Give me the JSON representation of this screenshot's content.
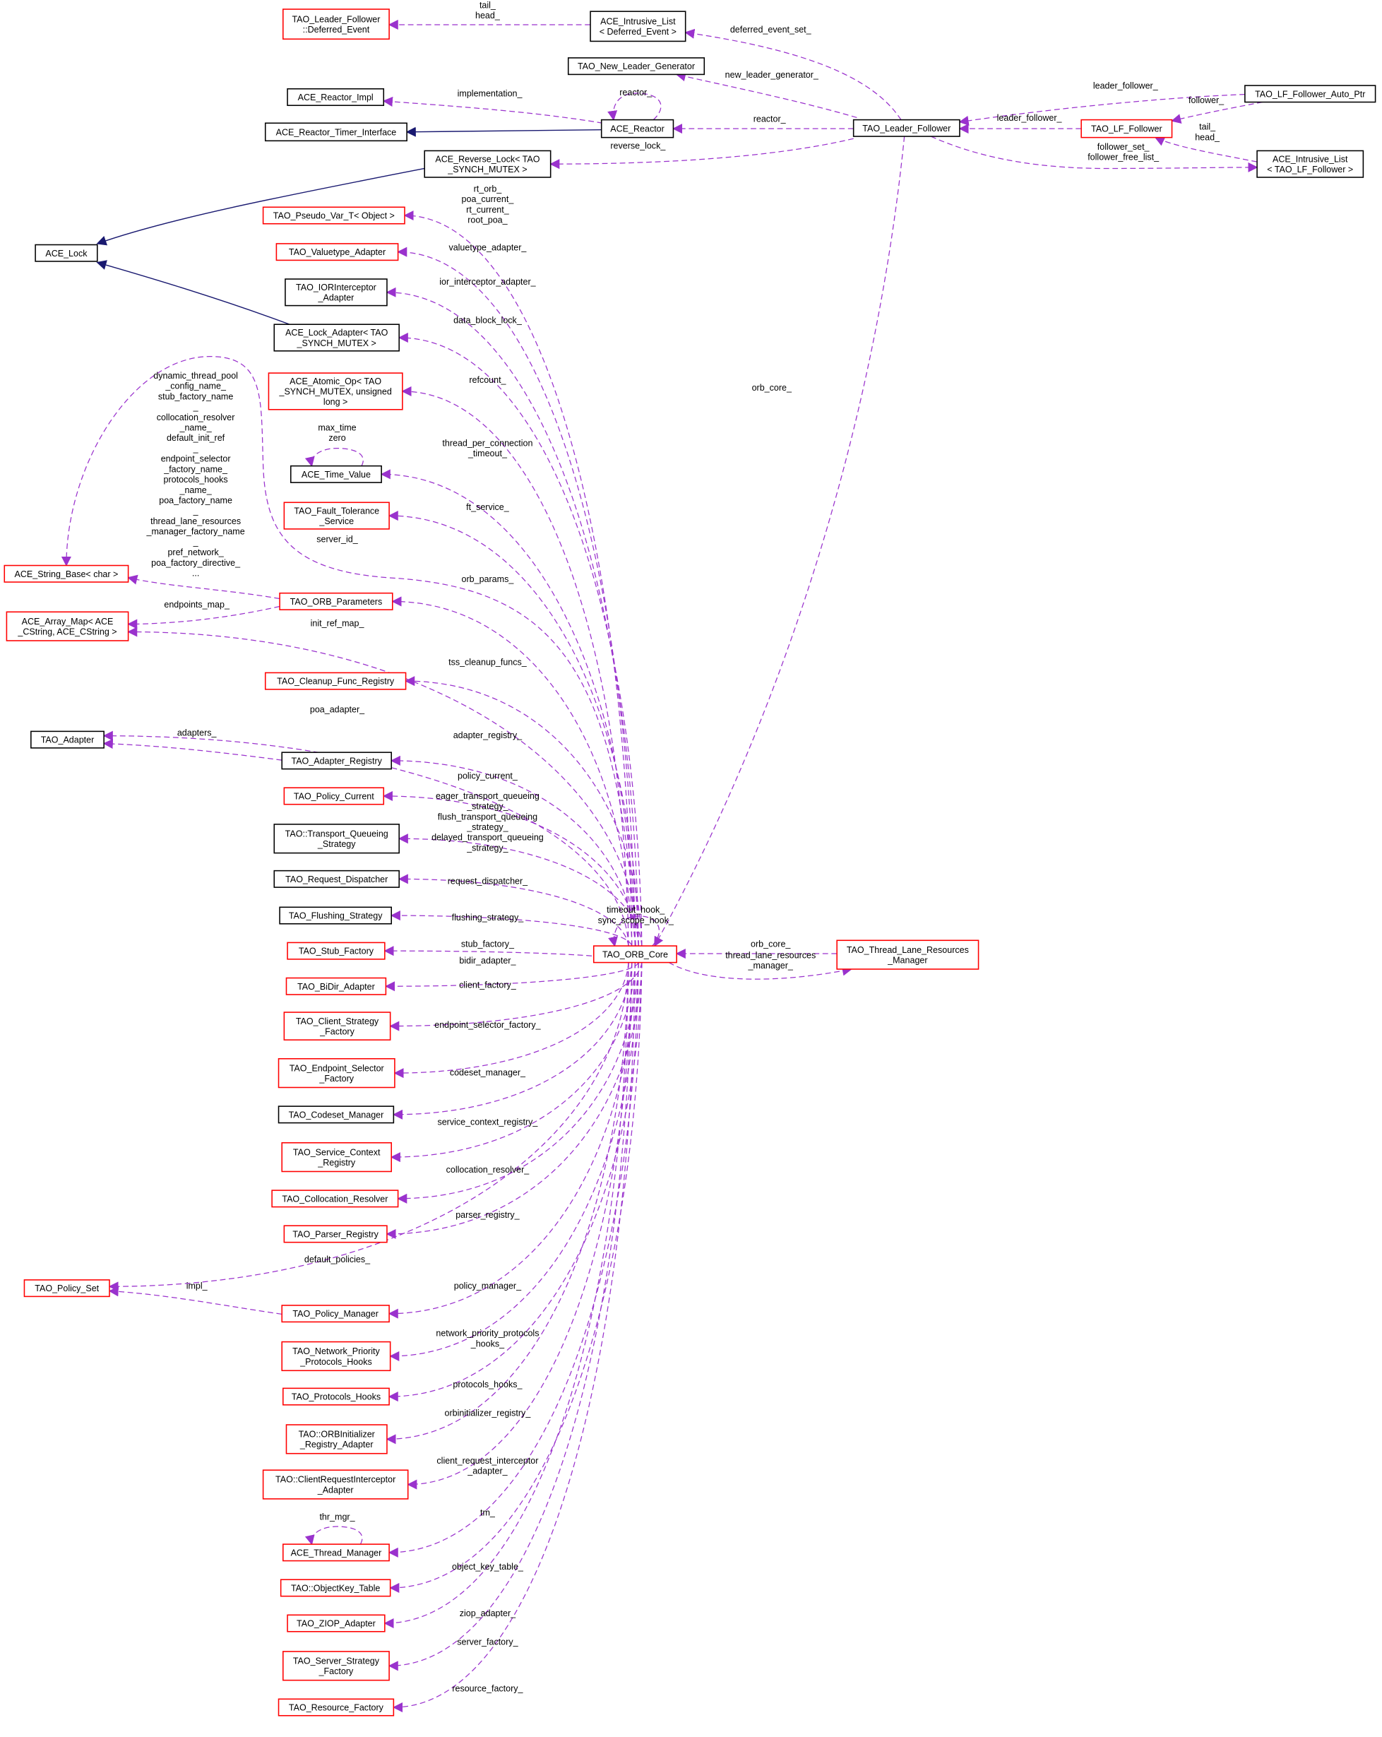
{
  "colors": {
    "usage_edge": "#9a32cd",
    "inherit_edge": "#191970",
    "truncated_border": "#ff0000",
    "normal_border": "#000000",
    "focus_fill": "#bfbfbf"
  },
  "diagram": {
    "nodes": [
      {
        "lines": [
          "TAO_LF_Follower_Auto_Ptr"
        ],
        "style": "focus"
      },
      {
        "lines": [
          "TAO_Leader_Follower"
        ],
        "style": "normal"
      },
      {
        "lines": [
          "TAO_LF_Follower"
        ],
        "style": "truncated"
      },
      {
        "lines": [
          "ACE_Intrusive_List",
          "< TAO_LF_Follower >"
        ],
        "style": "normal"
      },
      {
        "lines": [
          "ACE_Intrusive_List",
          "< Deferred_Event >"
        ],
        "style": "normal"
      },
      {
        "lines": [
          "TAO_Leader_Follower",
          "::Deferred_Event"
        ],
        "style": "truncated"
      },
      {
        "lines": [
          "TAO_New_Leader_Generator"
        ],
        "style": "normal"
      },
      {
        "lines": [
          "ACE_Reactor"
        ],
        "style": "normal"
      },
      {
        "lines": [
          "ACE_Reactor_Impl"
        ],
        "style": "normal"
      },
      {
        "lines": [
          "ACE_Reactor_Timer_Interface"
        ],
        "style": "normal"
      },
      {
        "lines": [
          "ACE_Reverse_Lock< TAO",
          "_SYNCH_MUTEX >"
        ],
        "style": "normal"
      },
      {
        "lines": [
          "ACE_Lock"
        ],
        "style": "normal"
      },
      {
        "lines": [
          "TAO_ORB_Core"
        ],
        "style": "truncated"
      },
      {
        "lines": [
          "TAO_Thread_Lane_Resources",
          "_Manager"
        ],
        "style": "truncated"
      },
      {
        "lines": [
          "TAO_Pseudo_Var_T< Object >"
        ],
        "style": "truncated"
      },
      {
        "lines": [
          "TAO_Valuetype_Adapter"
        ],
        "style": "truncated"
      },
      {
        "lines": [
          "TAO_IORInterceptor",
          "_Adapter"
        ],
        "style": "normal"
      },
      {
        "lines": [
          "ACE_Lock_Adapter< TAO",
          "_SYNCH_MUTEX >"
        ],
        "style": "normal"
      },
      {
        "lines": [
          "ACE_Atomic_Op< TAO",
          "_SYNCH_MUTEX, unsigned",
          "long >"
        ],
        "style": "truncated"
      },
      {
        "lines": [
          "ACE_Time_Value"
        ],
        "style": "normal"
      },
      {
        "lines": [
          "TAO_Fault_Tolerance",
          "_Service"
        ],
        "style": "truncated"
      },
      {
        "lines": [
          "ACE_String_Base< char >"
        ],
        "style": "truncated"
      },
      {
        "lines": [
          "TAO_ORB_Parameters"
        ],
        "style": "truncated"
      },
      {
        "lines": [
          "ACE_Array_Map< ACE",
          "_CString, ACE_CString >"
        ],
        "style": "truncated"
      },
      {
        "lines": [
          "TAO_Cleanup_Func_Registry"
        ],
        "style": "truncated"
      },
      {
        "lines": [
          "TAO_Adapter"
        ],
        "style": "normal"
      },
      {
        "lines": [
          "TAO_Adapter_Registry"
        ],
        "style": "normal"
      },
      {
        "lines": [
          "TAO_Policy_Current"
        ],
        "style": "truncated"
      },
      {
        "lines": [
          "TAO::Transport_Queueing",
          "_Strategy"
        ],
        "style": "normal"
      },
      {
        "lines": [
          "TAO_Request_Dispatcher"
        ],
        "style": "normal"
      },
      {
        "lines": [
          "TAO_Flushing_Strategy"
        ],
        "style": "normal"
      },
      {
        "lines": [
          "TAO_Stub_Factory"
        ],
        "style": "truncated"
      },
      {
        "lines": [
          "TAO_BiDir_Adapter"
        ],
        "style": "truncated"
      },
      {
        "lines": [
          "TAO_Client_Strategy",
          "_Factory"
        ],
        "style": "truncated"
      },
      {
        "lines": [
          "TAO_Endpoint_Selector",
          "_Factory"
        ],
        "style": "truncated"
      },
      {
        "lines": [
          "TAO_Codeset_Manager"
        ],
        "style": "normal"
      },
      {
        "lines": [
          "TAO_Service_Context",
          "_Registry"
        ],
        "style": "truncated"
      },
      {
        "lines": [
          "TAO_Collocation_Resolver"
        ],
        "style": "truncated"
      },
      {
        "lines": [
          "TAO_Parser_Registry"
        ],
        "style": "truncated"
      },
      {
        "lines": [
          "TAO_Policy_Set"
        ],
        "style": "truncated"
      },
      {
        "lines": [
          "TAO_Policy_Manager"
        ],
        "style": "truncated"
      },
      {
        "lines": [
          "TAO_Network_Priority",
          "_Protocols_Hooks"
        ],
        "style": "truncated"
      },
      {
        "lines": [
          "TAO_Protocols_Hooks"
        ],
        "style": "truncated"
      },
      {
        "lines": [
          "TAO::ORBInitializer",
          "_Registry_Adapter"
        ],
        "style": "truncated"
      },
      {
        "lines": [
          "TAO::ClientRequestInterceptor",
          "_Adapter"
        ],
        "style": "truncated"
      },
      {
        "lines": [
          "ACE_Thread_Manager"
        ],
        "style": "truncated"
      },
      {
        "lines": [
          "TAO::ObjectKey_Table"
        ],
        "style": "truncated"
      },
      {
        "lines": [
          "TAO_ZIOP_Adapter"
        ],
        "style": "truncated"
      },
      {
        "lines": [
          "TAO_Server_Strategy",
          "_Factory"
        ],
        "style": "truncated"
      },
      {
        "lines": [
          "TAO_Resource_Factory"
        ],
        "style": "truncated"
      }
    ],
    "edges": [
      {
        "from": 0,
        "to": 1,
        "kind": "usage",
        "labels": [
          "leader_follower_"
        ]
      },
      {
        "from": 0,
        "to": 2,
        "kind": "usage",
        "labels": [
          "follower_"
        ]
      },
      {
        "from": 2,
        "to": 1,
        "kind": "usage",
        "labels": [
          "leader_follower_"
        ]
      },
      {
        "from": 3,
        "to": 2,
        "kind": "usage",
        "labels": [
          "tail_",
          "head_"
        ]
      },
      {
        "from": 1,
        "to": 3,
        "kind": "usage",
        "labels": [
          "follower_set_",
          "follower_free_list_"
        ]
      },
      {
        "from": 4,
        "to": 5,
        "kind": "usage",
        "labels": [
          "tail_",
          "head_"
        ]
      },
      {
        "from": 1,
        "to": 4,
        "kind": "usage",
        "labels": [
          "deferred_event_set_"
        ]
      },
      {
        "from": 1,
        "to": 6,
        "kind": "usage",
        "labels": [
          "new_leader_generator_"
        ]
      },
      {
        "from": 7,
        "to": 8,
        "kind": "usage",
        "labels": [
          "implementation_"
        ]
      },
      {
        "from": 7,
        "to": 7,
        "kind": "usage",
        "labels": [
          "reactor_"
        ]
      },
      {
        "from": 1,
        "to": 7,
        "kind": "usage",
        "labels": [
          "reactor_"
        ]
      },
      {
        "from": 7,
        "to": 9,
        "kind": "inherit",
        "labels": []
      },
      {
        "from": 1,
        "to": 10,
        "kind": "usage",
        "labels": [
          "reverse_lock_"
        ]
      },
      {
        "from": 10,
        "to": 11,
        "kind": "inherit",
        "labels": []
      },
      {
        "from": 17,
        "to": 11,
        "kind": "inherit",
        "labels": []
      },
      {
        "from": 1,
        "to": 12,
        "kind": "usage",
        "labels": [
          "orb_core_"
        ]
      },
      {
        "from": 12,
        "to": 14,
        "kind": "usage",
        "labels": [
          "rt_orb_",
          "poa_current_",
          "rt_current_",
          "root_poa_"
        ]
      },
      {
        "from": 12,
        "to": 15,
        "kind": "usage",
        "labels": [
          "valuetype_adapter_"
        ]
      },
      {
        "from": 12,
        "to": 16,
        "kind": "usage",
        "labels": [
          "ior_interceptor_adapter_"
        ]
      },
      {
        "from": 12,
        "to": 17,
        "kind": "usage",
        "labels": [
          "data_block_lock_"
        ]
      },
      {
        "from": 12,
        "to": 18,
        "kind": "usage",
        "labels": [
          "refcount_"
        ]
      },
      {
        "from": 19,
        "to": 19,
        "kind": "usage",
        "labels": [
          "max_time",
          "zero"
        ]
      },
      {
        "from": 12,
        "to": 19,
        "kind": "usage",
        "labels": [
          "thread_per_connection",
          "_timeout_"
        ]
      },
      {
        "from": 12,
        "to": 20,
        "kind": "usage",
        "labels": [
          "ft_service_"
        ]
      },
      {
        "from": 12,
        "to": 21,
        "kind": "usage",
        "labels": [
          "server_id_"
        ]
      },
      {
        "from": 22,
        "to": 21,
        "kind": "usage",
        "labels": [
          "dynamic_thread_pool",
          "_config_name_",
          "stub_factory_name",
          "_",
          "collocation_resolver",
          "_name_",
          "default_init_ref",
          "_",
          "endpoint_selector",
          "_factory_name_",
          "protocols_hooks",
          "_name_",
          "poa_factory_name",
          "_",
          "thread_lane_resources",
          "_manager_factory_name",
          "_",
          "pref_network_",
          "poa_factory_directive_",
          "..."
        ]
      },
      {
        "from": 12,
        "to": 22,
        "kind": "usage",
        "labels": [
          "orb_params_"
        ]
      },
      {
        "from": 22,
        "to": 23,
        "kind": "usage",
        "labels": [
          "endpoints_map_"
        ]
      },
      {
        "from": 12,
        "to": 23,
        "kind": "usage",
        "labels": [
          "init_ref_map_"
        ]
      },
      {
        "from": 12,
        "to": 24,
        "kind": "usage",
        "labels": [
          "tss_cleanup_funcs_"
        ]
      },
      {
        "from": 12,
        "to": 25,
        "kind": "usage",
        "labels": [
          "poa_adapter_"
        ]
      },
      {
        "from": 26,
        "to": 25,
        "kind": "usage",
        "labels": [
          "adapters_"
        ]
      },
      {
        "from": 12,
        "to": 26,
        "kind": "usage",
        "labels": [
          "adapter_registry_"
        ]
      },
      {
        "from": 12,
        "to": 27,
        "kind": "usage",
        "labels": [
          "policy_current_"
        ]
      },
      {
        "from": 12,
        "to": 28,
        "kind": "usage",
        "labels": [
          "eager_transport_queueing",
          "_strategy_",
          "flush_transport_queueing",
          "_strategy_",
          "delayed_transport_queueing",
          "_strategy_"
        ]
      },
      {
        "from": 12,
        "to": 29,
        "kind": "usage",
        "labels": [
          "request_dispatcher_"
        ]
      },
      {
        "from": 12,
        "to": 30,
        "kind": "usage",
        "labels": [
          "flushing_strategy_"
        ]
      },
      {
        "from": 12,
        "to": 31,
        "kind": "usage",
        "labels": [
          "stub_factory_"
        ]
      },
      {
        "from": 12,
        "to": 32,
        "kind": "usage",
        "labels": [
          "bidir_adapter_"
        ]
      },
      {
        "from": 12,
        "to": 33,
        "kind": "usage",
        "labels": [
          "client_factory_"
        ]
      },
      {
        "from": 12,
        "to": 34,
        "kind": "usage",
        "labels": [
          "endpoint_selector_factory_"
        ]
      },
      {
        "from": 12,
        "to": 35,
        "kind": "usage",
        "labels": [
          "codeset_manager_"
        ]
      },
      {
        "from": 12,
        "to": 36,
        "kind": "usage",
        "labels": [
          "service_context_registry_"
        ]
      },
      {
        "from": 12,
        "to": 37,
        "kind": "usage",
        "labels": [
          "collocation_resolver_"
        ]
      },
      {
        "from": 12,
        "to": 38,
        "kind": "usage",
        "labels": [
          "parser_registry_"
        ]
      },
      {
        "from": 12,
        "to": 39,
        "kind": "usage",
        "labels": [
          "default_policies_"
        ]
      },
      {
        "from": 40,
        "to": 39,
        "kind": "usage",
        "labels": [
          "impl_"
        ]
      },
      {
        "from": 12,
        "to": 40,
        "kind": "usage",
        "labels": [
          "policy_manager_"
        ]
      },
      {
        "from": 12,
        "to": 41,
        "kind": "usage",
        "labels": [
          "network_priority_protocols",
          "_hooks_"
        ]
      },
      {
        "from": 12,
        "to": 42,
        "kind": "usage",
        "labels": [
          "protocols_hooks_"
        ]
      },
      {
        "from": 12,
        "to": 43,
        "kind": "usage",
        "labels": [
          "orbinitializer_registry_"
        ]
      },
      {
        "from": 12,
        "to": 44,
        "kind": "usage",
        "labels": [
          "client_request_interceptor",
          "_adapter_"
        ]
      },
      {
        "from": 45,
        "to": 45,
        "kind": "usage",
        "labels": [
          "thr_mgr_"
        ]
      },
      {
        "from": 12,
        "to": 45,
        "kind": "usage",
        "labels": [
          "tm_"
        ]
      },
      {
        "from": 12,
        "to": 46,
        "kind": "usage",
        "labels": [
          "object_key_table_"
        ]
      },
      {
        "from": 12,
        "to": 47,
        "kind": "usage",
        "labels": [
          "ziop_adapter_"
        ]
      },
      {
        "from": 12,
        "to": 48,
        "kind": "usage",
        "labels": [
          "server_factory_"
        ]
      },
      {
        "from": 12,
        "to": 49,
        "kind": "usage",
        "labels": [
          "resource_factory_"
        ]
      },
      {
        "from": 12,
        "to": 12,
        "kind": "usage",
        "labels": [
          "timeout_hook_",
          "sync_scope_hook_"
        ]
      },
      {
        "from": 13,
        "to": 12,
        "kind": "usage",
        "labels": [
          "orb_core_"
        ]
      },
      {
        "from": 12,
        "to": 13,
        "kind": "usage",
        "labels": [
          "thread_lane_resources",
          "_manager_"
        ]
      }
    ]
  }
}
